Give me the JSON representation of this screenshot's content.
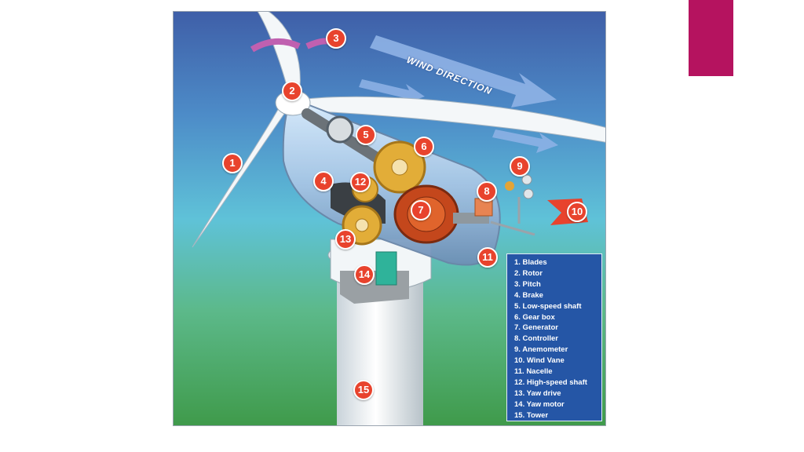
{
  "diagram": {
    "wind_label": "WIND DIRECTION",
    "markers": [
      {
        "id": "m1",
        "label": "1"
      },
      {
        "id": "m2",
        "label": "2"
      },
      {
        "id": "m3",
        "label": "3"
      },
      {
        "id": "m4",
        "label": "4"
      },
      {
        "id": "m5",
        "label": "5"
      },
      {
        "id": "m6",
        "label": "6"
      },
      {
        "id": "m7",
        "label": "7"
      },
      {
        "id": "m8",
        "label": "8"
      },
      {
        "id": "m9",
        "label": "9"
      },
      {
        "id": "m10",
        "label": "10"
      },
      {
        "id": "m11",
        "label": "11"
      },
      {
        "id": "m12",
        "label": "12"
      },
      {
        "id": "m13",
        "label": "13"
      },
      {
        "id": "m14",
        "label": "14"
      },
      {
        "id": "m15",
        "label": "15"
      }
    ],
    "legend": [
      "1. Blades",
      "2. Rotor",
      "3. Pitch",
      "4. Brake",
      "5. Low-speed shaft",
      "6. Gear box",
      "7. Generator",
      "8. Controller",
      "9. Anemometer",
      "10. Wind Vane",
      "11. Nacelle",
      "12. High-speed shaft",
      "13. Yaw drive",
      "14. Yaw motor",
      "15. Tower"
    ]
  },
  "colors": {
    "slide_accent": "#b5135f",
    "marker_red": "#e8432d",
    "legend_blue": "#2556a6",
    "sky_top": "#3f5fa8",
    "ground_green": "#3f9a4a"
  }
}
